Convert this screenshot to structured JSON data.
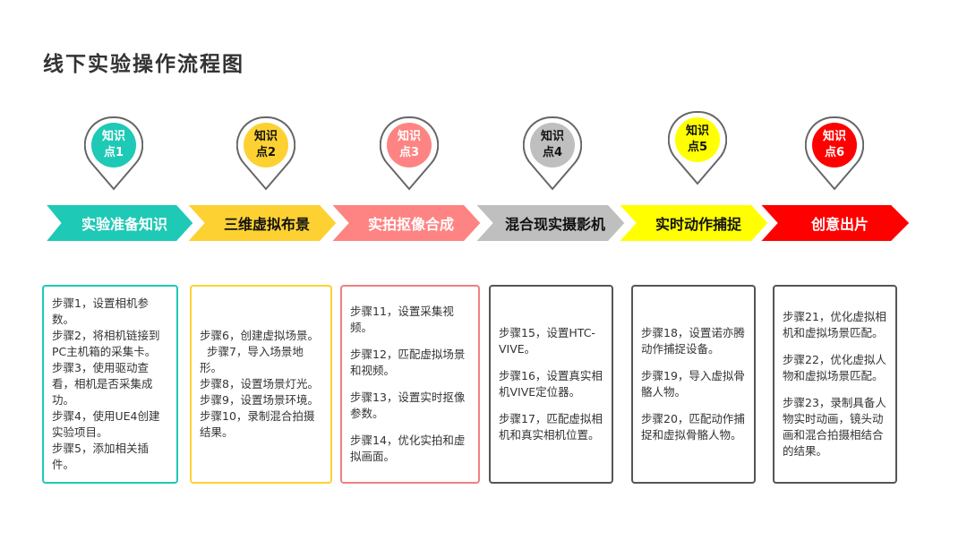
{
  "title": "线下实验操作流程图",
  "stages": [
    {
      "pin": {
        "line1": "知识",
        "line2": "点1",
        "bg": "#1ec9b5",
        "fg": "#ffffff"
      },
      "arrow": {
        "label": "实验准备知识",
        "bg": "#1ec9b5",
        "fg": "#ffffff"
      },
      "box": {
        "border": "#1ec9b5",
        "steps": [
          "步骤1，设置相机参数。",
          "步骤2，将相机链接到PC主机箱的采集卡。",
          "步骤3，使用驱动查看，相机是否采集成功。",
          "步骤4，使用UE4创建实验项目。",
          "步骤5，添加相关插件。"
        ]
      }
    },
    {
      "pin": {
        "line1": "知识",
        "line2": "点2",
        "bg": "#fdd132",
        "fg": "#111111"
      },
      "arrow": {
        "label": "三维虚拟布景",
        "bg": "#fdd132",
        "fg": "#111111"
      },
      "box": {
        "border": "#fdd132",
        "steps": [
          "步骤6，创建虚拟场景。",
          "  步骤7，导入场景地形。",
          "步骤8，设置场景灯光。",
          "步骤9，设置场景环境。",
          "步骤10，录制混合拍摄结果。"
        ]
      }
    },
    {
      "pin": {
        "line1": "知识",
        "line2": "点3",
        "bg": "#fd8482",
        "fg": "#ffffff"
      },
      "arrow": {
        "label": "实拍抠像合成",
        "bg": "#fd8482",
        "fg": "#ffffff"
      },
      "box": {
        "border": "#f08080",
        "steps": [
          "步骤11，设置采集视频。",
          "步骤12，匹配虚拟场景和视频。",
          "步骤13，设置实时抠像参数。",
          "步骤14，优化实拍和虚拟画面。"
        ]
      }
    },
    {
      "pin": {
        "line1": "知识",
        "line2": "点4",
        "bg": "#bfbfbf",
        "fg": "#111111"
      },
      "arrow": {
        "label": "混合现实摄影机",
        "bg": "#bfbfbf",
        "fg": "#111111"
      },
      "box": {
        "border": "#555555",
        "steps": [
          "步骤15，设置HTC-VIVE。",
          "步骤16，设置真实相机VIVE定位器。",
          "步骤17，匹配虚拟相机和真实相机位置。"
        ]
      }
    },
    {
      "pin": {
        "line1": "知识",
        "line2": "点5",
        "bg": "#ffff00",
        "fg": "#111111"
      },
      "arrow": {
        "label": "实时动作捕捉",
        "bg": "#ffff00",
        "fg": "#111111"
      },
      "box": {
        "border": "#555555",
        "steps": [
          "步骤18，设置诺亦腾动作捕捉设备。",
          "步骤19，导入虚拟骨骼人物。",
          "步骤20，匹配动作捕捉和虚拟骨骼人物。"
        ]
      }
    },
    {
      "pin": {
        "line1": "知识",
        "line2": "点6",
        "bg": "#ff0000",
        "fg": "#ffffff"
      },
      "arrow": {
        "label": "创意出片",
        "bg": "#ff0000",
        "fg": "#ffffff"
      },
      "box": {
        "border": "#555555",
        "steps": [
          "步骤21，优化虚拟相机和虚拟场景匹配。",
          "步骤22，优化虚拟人物和虚拟场景匹配。",
          "步骤23，录制具备人物实时动画，镜头动画和混合拍摄相结合的结果。"
        ]
      }
    }
  ]
}
